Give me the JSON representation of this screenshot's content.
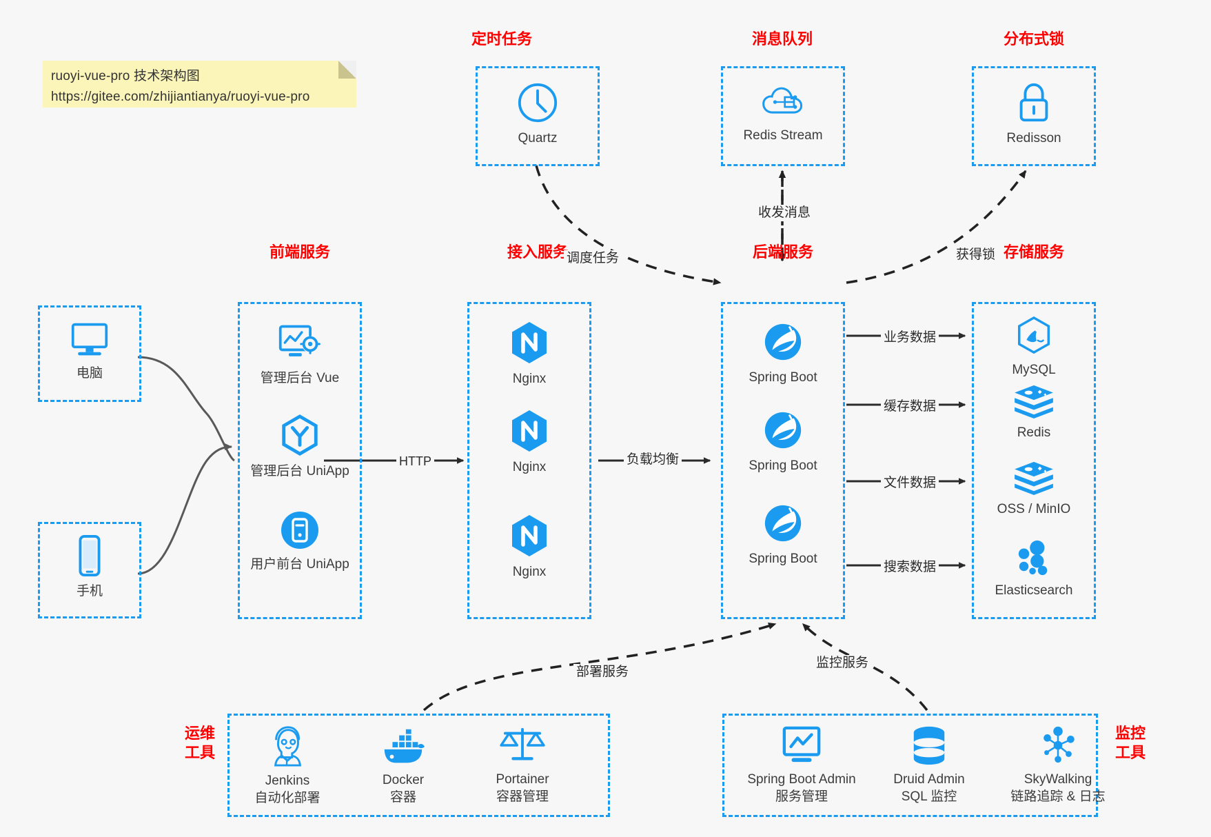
{
  "note": {
    "line1": "ruoyi-vue-pro 技术架构图",
    "line2": "https://gitee.com/zhijiantianya/ruoyi-vue-pro"
  },
  "colors": {
    "accent_blue": "#1a9bf0",
    "title_red": "#ff0000",
    "note_bg": "#fbf5b9",
    "canvas_bg": "#f7f7f7",
    "arrow_gray": "#4d4d4d",
    "text_dark": "#3c3c3c"
  },
  "groups": {
    "scheduled_task": {
      "title": "定时任务",
      "nodes": [
        {
          "label": "Quartz",
          "icon": "clock-icon"
        }
      ]
    },
    "message_queue": {
      "title": "消息队列",
      "nodes": [
        {
          "label": "Redis Stream",
          "icon": "cloud-stream-icon"
        }
      ]
    },
    "distributed_lock": {
      "title": "分布式锁",
      "nodes": [
        {
          "label": "Redisson",
          "icon": "lock-icon"
        }
      ]
    },
    "clients": {
      "nodes": [
        {
          "label": "电脑",
          "icon": "desktop-icon"
        },
        {
          "label": "手机",
          "icon": "mobile-icon"
        }
      ]
    },
    "frontend": {
      "title": "前端服务",
      "nodes": [
        {
          "label": "管理后台 Vue",
          "icon": "dashboard-gear-icon"
        },
        {
          "label": "管理后台 UniApp",
          "icon": "uniapp-hex-icon"
        },
        {
          "label": "用户前台 UniApp",
          "icon": "app-circle-icon"
        }
      ]
    },
    "gateway": {
      "title": "接入服务",
      "nodes": [
        {
          "label": "Nginx",
          "icon": "nginx-icon"
        },
        {
          "label": "Nginx",
          "icon": "nginx-icon"
        },
        {
          "label": "Nginx",
          "icon": "nginx-icon"
        }
      ]
    },
    "backend": {
      "title": "后端服务",
      "nodes": [
        {
          "label": "Spring Boot",
          "icon": "spring-boot-icon"
        },
        {
          "label": "Spring Boot",
          "icon": "spring-boot-icon"
        },
        {
          "label": "Spring Boot",
          "icon": "spring-boot-icon"
        }
      ]
    },
    "storage": {
      "title": "存储服务",
      "nodes": [
        {
          "label": "MySQL",
          "icon": "mysql-icon"
        },
        {
          "label": "Redis",
          "icon": "redis-icon"
        },
        {
          "label": "OSS / MinIO",
          "icon": "oss-minio-icon"
        },
        {
          "label": "Elasticsearch",
          "icon": "elasticsearch-icon"
        }
      ]
    },
    "devops": {
      "title_line1": "运维",
      "title_line2": "工具",
      "nodes": [
        {
          "label": "Jenkins",
          "sub": "自动化部署",
          "icon": "jenkins-icon"
        },
        {
          "label": "Docker",
          "sub": "容器",
          "icon": "docker-icon"
        },
        {
          "label": "Portainer",
          "sub": "容器管理",
          "icon": "portainer-scales-icon"
        }
      ]
    },
    "monitoring": {
      "title_line1": "监控",
      "title_line2": "工具",
      "nodes": [
        {
          "label": "Spring Boot Admin",
          "sub": "服务管理",
          "icon": "monitor-chart-icon"
        },
        {
          "label": "Druid Admin",
          "sub": "SQL 监控",
          "icon": "database-icon"
        },
        {
          "label": "SkyWalking",
          "sub": "链路追踪 & 日志",
          "icon": "skywalking-icon"
        }
      ]
    }
  },
  "edges": [
    {
      "id": "http",
      "label": "HTTP"
    },
    {
      "id": "load-balance",
      "label": "负载均衡"
    },
    {
      "id": "schedule-task",
      "label": "调度任务"
    },
    {
      "id": "send-receive-message",
      "label": "收发消息"
    },
    {
      "id": "acquire-lock",
      "label": "获得锁"
    },
    {
      "id": "business-data",
      "label": "业务数据"
    },
    {
      "id": "cache-data",
      "label": "缓存数据"
    },
    {
      "id": "file-data",
      "label": "文件数据"
    },
    {
      "id": "search-data",
      "label": "搜索数据"
    },
    {
      "id": "deploy-service",
      "label": "部署服务"
    },
    {
      "id": "monitor-service",
      "label": "监控服务"
    }
  ]
}
